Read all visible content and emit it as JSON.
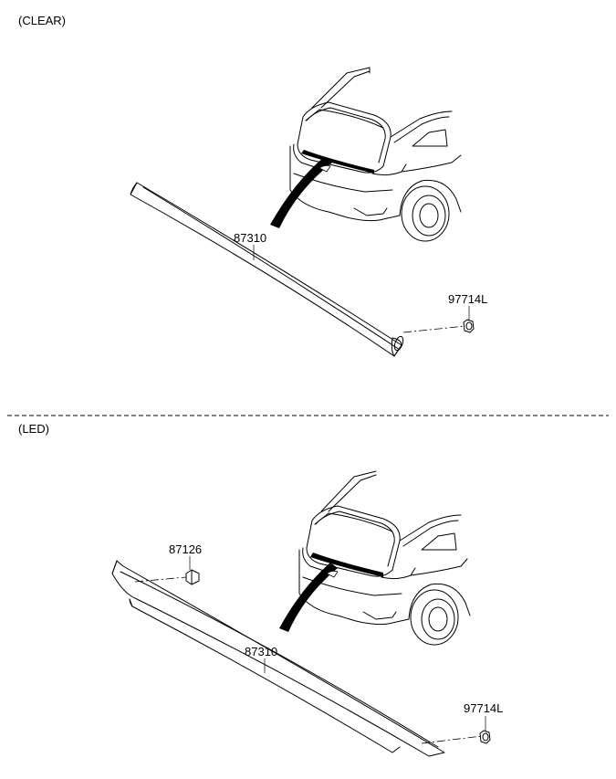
{
  "sections": {
    "clear": {
      "label": "(CLEAR)",
      "parts": {
        "garnish": "87310",
        "nut": "97714L"
      }
    },
    "led": {
      "label": "(LED)",
      "parts": {
        "clip": "87126",
        "garnish": "87310",
        "nut": "97714L"
      }
    }
  }
}
